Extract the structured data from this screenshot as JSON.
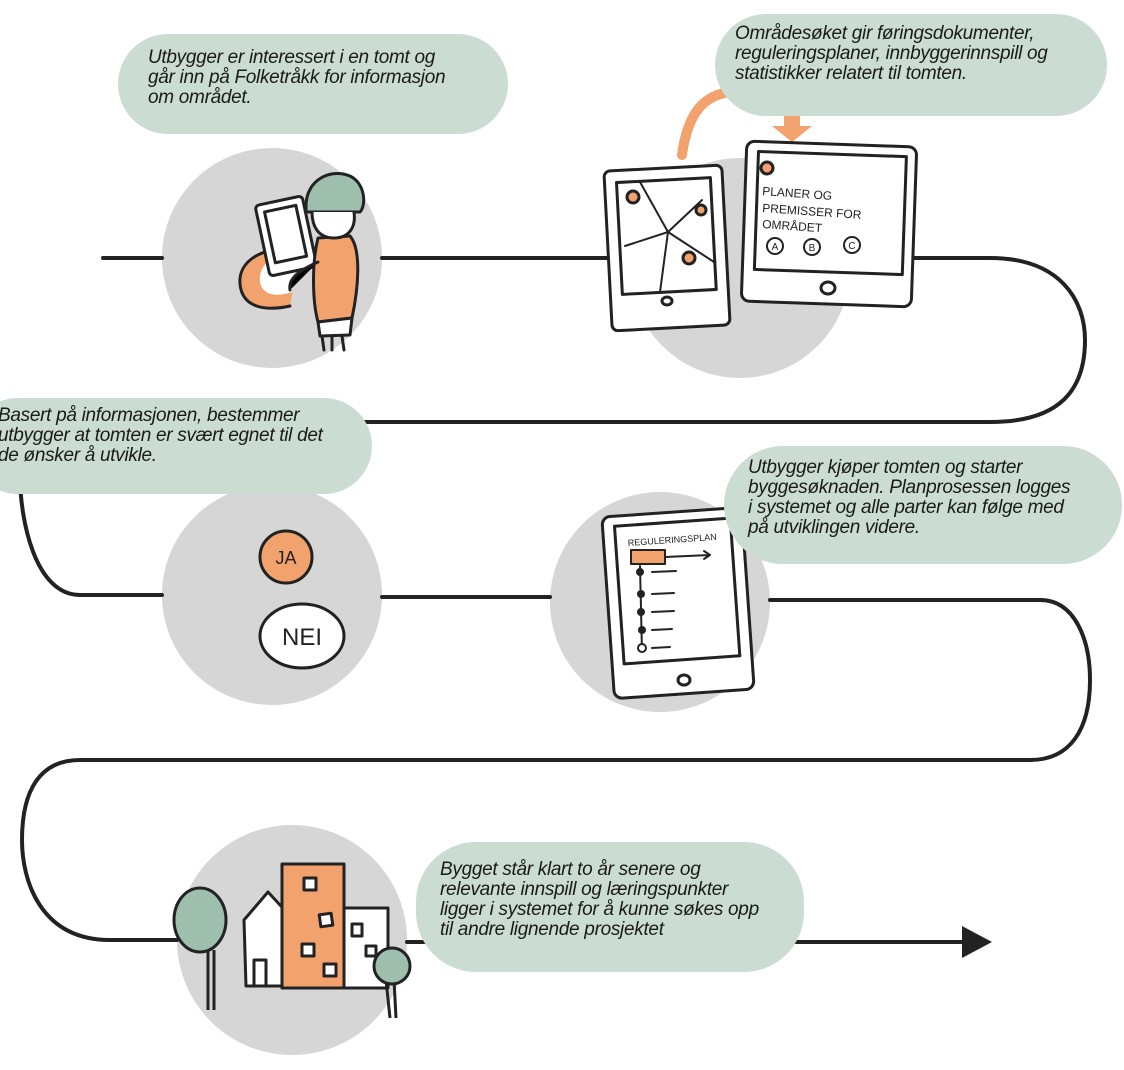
{
  "colors": {
    "circle": "#d6d6d6",
    "bubble": "#cbdcd2",
    "orange": "#f2a36d",
    "green": "#9fbfae",
    "line": "#222222"
  },
  "steps": [
    {
      "text": "Utbygger er interessert i en tomt og går inn på Folketråkk for informasjon om området.",
      "lines": [
        "Utbygger er interessert i en tomt og",
        "går inn på Folketråkk for informasjon",
        "om området."
      ],
      "icon": "person-with-tablet-icon"
    },
    {
      "text": "Områdesøket gir føringsdokumenter, reguleringsplaner, innbyggerinnspill og statistikker relatert til tomten.",
      "lines": [
        "Områdesøket gir føringsdokumenter,",
        "reguleringsplaner, innbyggerinnspill og",
        "statistikker relatert til tomten."
      ],
      "icon": "tablets-map-plans-icon",
      "tablet_title_lines": [
        "PLANER OG",
        "PREMISSER FOR",
        "OMRÅDET"
      ],
      "tablet_options": [
        "A",
        "B",
        "C"
      ]
    },
    {
      "text": "Basert på informasjonen, bestemmer utbygger at tomten er svært egnet til det de ønsker å utvikle.",
      "lines": [
        "Basert på informasjonen, bestemmer",
        "utbygger at tomten er svært egnet til det",
        "de ønsker å utvikle."
      ],
      "icon": "yes-no-choice-icon",
      "yes_label": "JA",
      "no_label": "NEI"
    },
    {
      "text": "Utbygger kjøper tomten og starter byggesøknaden. Planprosessen logges i systemet og alle parter kan følge med på utviklingen videre.",
      "lines": [
        "Utbygger kjøper tomten og starter",
        "byggesøknaden. Planprosessen logges",
        "i systemet og alle parter kan følge med",
        "på utviklingen videre."
      ],
      "icon": "tablet-regulation-plan-icon",
      "tablet_title": "REGULERINGSPLAN"
    },
    {
      "text": "Bygget står klart to år senere og relevante innspill og læringspunkter ligger i systemet for å kunne søkes opp til andre lignende prosjektet",
      "lines": [
        "Bygget står klart to år senere og",
        "relevante innspill og læringspunkter",
        "ligger i systemet for å kunne søkes opp",
        "til andre lignende prosjektet"
      ],
      "icon": "buildings-trees-icon"
    }
  ]
}
